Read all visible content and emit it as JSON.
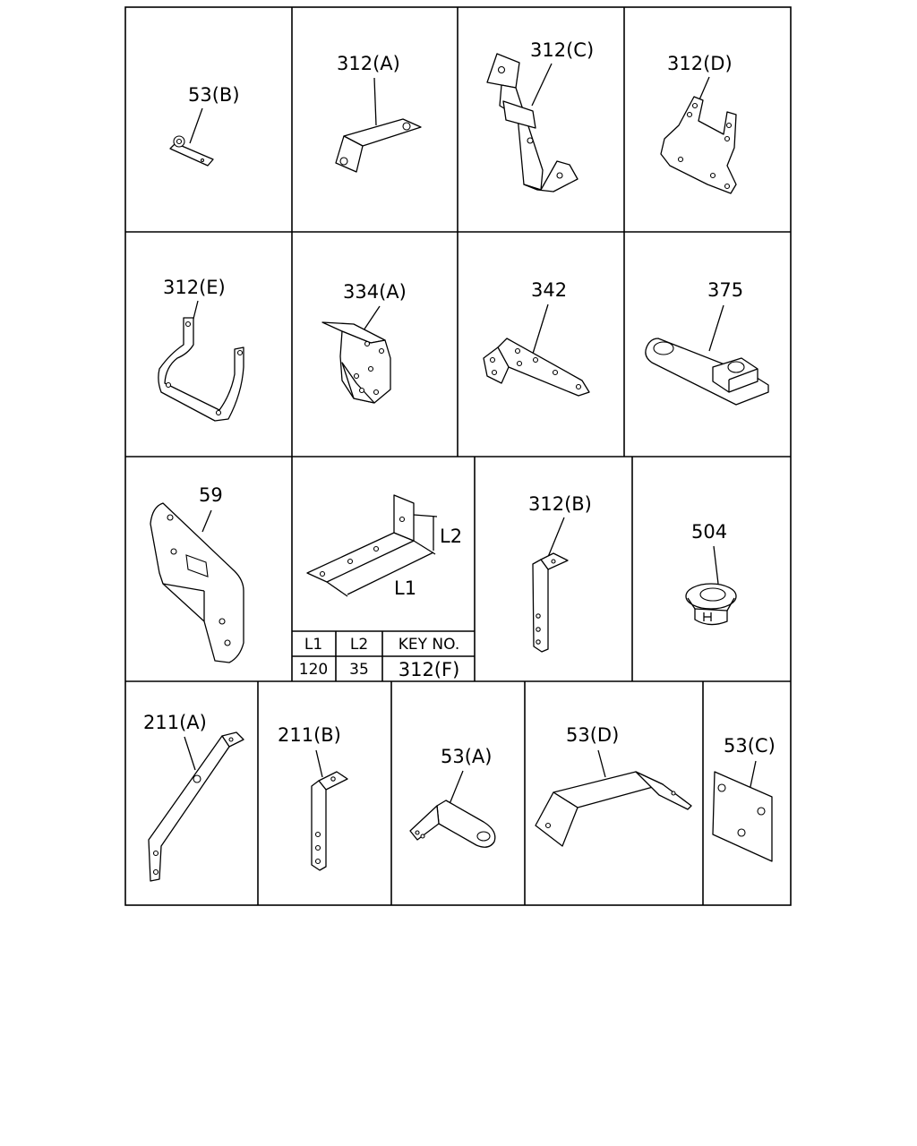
{
  "labels": {
    "p53b": "53(B)",
    "p312a": "312(A)",
    "p312c": "312(C)",
    "p312d": "312(D)",
    "p312e": "312(E)",
    "p334a": "334(A)",
    "p342": "342",
    "p375": "375",
    "p59": "59",
    "p312b": "312(B)",
    "p504": "504",
    "p211a": "211(A)",
    "p211b": "211(B)",
    "p53a": "53(A)",
    "p53d": "53(D)",
    "p53c": "53(C)"
  },
  "dim_table": {
    "dim_l2": "L2",
    "dim_l1": "L1",
    "headers": [
      "L1",
      "L2",
      "KEY NO."
    ],
    "row": [
      "120",
      "35",
      "312(F)"
    ]
  }
}
